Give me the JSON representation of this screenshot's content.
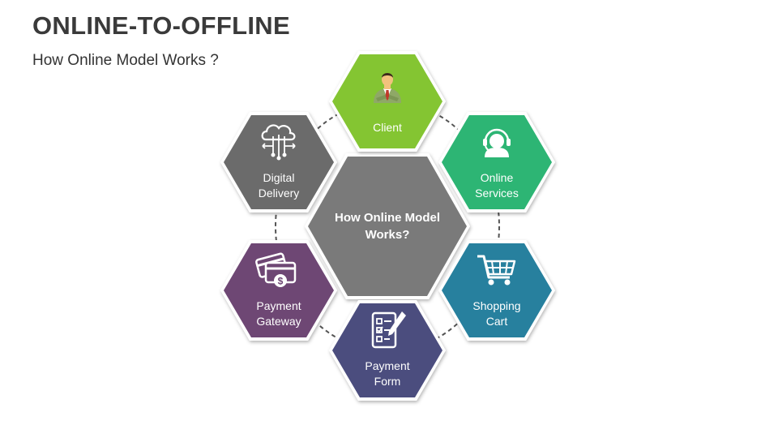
{
  "header": {
    "title": "ONLINE-TO-OFFLINE",
    "subtitle": "How Online Model Works ?"
  },
  "diagram": {
    "center": {
      "lines": [
        "How Online Model",
        "Works?"
      ],
      "color": "#7a7a7a"
    },
    "nodes": [
      {
        "id": "client",
        "lines": [
          "Client"
        ],
        "color": "#84c532",
        "icon": "person-icon"
      },
      {
        "id": "online-services",
        "lines": [
          "Online",
          "Services"
        ],
        "color": "#2db574",
        "icon": "headset-icon"
      },
      {
        "id": "shopping-cart",
        "lines": [
          "Shopping",
          "Cart"
        ],
        "color": "#27809e",
        "icon": "cart-icon"
      },
      {
        "id": "payment-form",
        "lines": [
          "Payment",
          "Form"
        ],
        "color": "#4b4d7e",
        "icon": "form-icon"
      },
      {
        "id": "payment-gateway",
        "lines": [
          "Payment",
          "Gateway"
        ],
        "color": "#6e4774",
        "icon": "payment-card-icon"
      },
      {
        "id": "digital-delivery",
        "lines": [
          "Digital",
          "Delivery"
        ],
        "color": "#6b6b6b",
        "icon": "cloud-network-icon"
      }
    ],
    "connector_color": "#555555"
  }
}
